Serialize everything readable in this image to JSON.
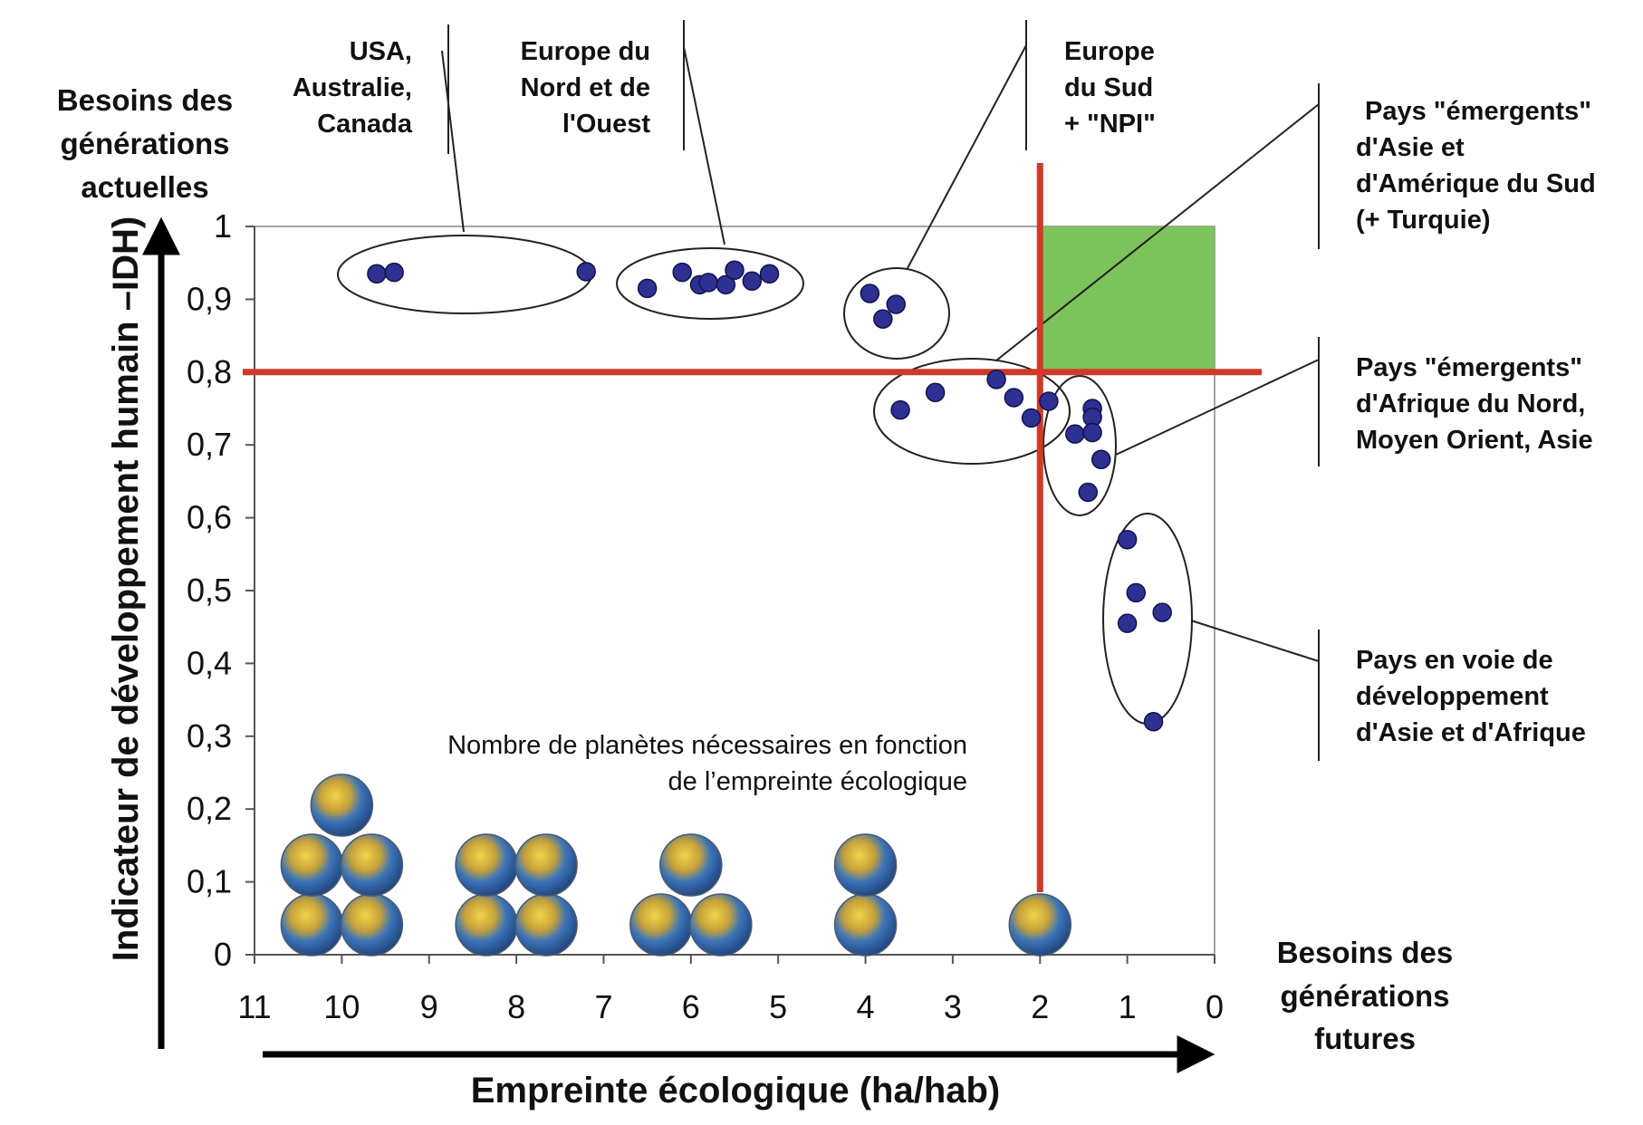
{
  "chart_data": {
    "type": "scatter",
    "xlabel": "Empreinte écologique (ha/hab)",
    "ylabel": "Indicateur de développement humain –IDH)",
    "y_axis_caption": [
      "Besoins des",
      "générations",
      "actuelles"
    ],
    "x_axis_caption": [
      "Besoins des",
      "générations",
      "futures"
    ],
    "xlim": [
      11,
      0
    ],
    "x_reversed": true,
    "ylim": [
      0,
      1
    ],
    "x_ticks": [
      "11",
      "10",
      "9",
      "8",
      "7",
      "6",
      "5",
      "4",
      "3",
      "2",
      "1",
      "0"
    ],
    "y_ticks": [
      "0",
      "0,1",
      "0,2",
      "0,3",
      "0,4",
      "0,5",
      "0,6",
      "0,7",
      "0,8",
      "0,9",
      "1"
    ],
    "grid": false,
    "point_color": "#2e3192",
    "threshold_color": "#d03a2a",
    "sustainable_zone_color": "#7dc35b",
    "thresholds": {
      "x": 2,
      "y": 0.8
    },
    "sustainable_zone": {
      "x": [
        2,
        0
      ],
      "y": [
        0.8,
        1
      ]
    },
    "groups": [
      {
        "label": [
          "USA,",
          "Australie,",
          "Canada"
        ],
        "points": [
          [
            9.6,
            0.935
          ],
          [
            9.4,
            0.937
          ],
          [
            7.2,
            0.938
          ]
        ]
      },
      {
        "label": [
          "Europe du",
          "Nord et de",
          "l'Ouest"
        ],
        "points": [
          [
            6.5,
            0.915
          ],
          [
            6.1,
            0.937
          ],
          [
            5.9,
            0.92
          ],
          [
            5.8,
            0.923
          ],
          [
            5.6,
            0.92
          ],
          [
            5.5,
            0.94
          ],
          [
            5.3,
            0.925
          ],
          [
            5.1,
            0.935
          ]
        ]
      },
      {
        "label": [
          "Europe",
          "du Sud",
          "+ \"NPI\""
        ],
        "points": [
          [
            3.95,
            0.908
          ],
          [
            3.65,
            0.893
          ],
          [
            3.8,
            0.873
          ]
        ]
      },
      {
        "label": [
          "Pays \"émergents\"",
          "d'Asie et",
          "d'Amérique du Sud",
          "(+ Turquie)"
        ],
        "points": [
          [
            3.6,
            0.748
          ],
          [
            3.2,
            0.772
          ],
          [
            2.5,
            0.79
          ],
          [
            2.3,
            0.765
          ],
          [
            2.1,
            0.737
          ],
          [
            1.9,
            0.76
          ]
        ]
      },
      {
        "label": [
          "Pays \"émergents\"",
          "d'Afrique du Nord,",
          "Moyen Orient, Asie"
        ],
        "points": [
          [
            1.4,
            0.75
          ],
          [
            1.4,
            0.738
          ],
          [
            1.6,
            0.715
          ],
          [
            1.4,
            0.717
          ],
          [
            1.3,
            0.68
          ],
          [
            1.45,
            0.635
          ]
        ]
      },
      {
        "label": [
          "Pays en voie de",
          "développement",
          "d'Asie et d'Afrique"
        ],
        "points": [
          [
            1.0,
            0.57
          ],
          [
            0.9,
            0.497
          ],
          [
            0.6,
            0.47
          ],
          [
            1.0,
            0.455
          ],
          [
            0.7,
            0.32
          ]
        ]
      }
    ],
    "planets": {
      "caption": [
        "Nombre de planètes nécessaires en fonction",
        "de l’empreinte écologique"
      ],
      "stacks": [
        {
          "x": 10,
          "count": 5
        },
        {
          "x": 8,
          "count": 4
        },
        {
          "x": 6,
          "count": 3
        },
        {
          "x": 4,
          "count": 2
        },
        {
          "x": 2,
          "count": 1
        }
      ]
    }
  }
}
